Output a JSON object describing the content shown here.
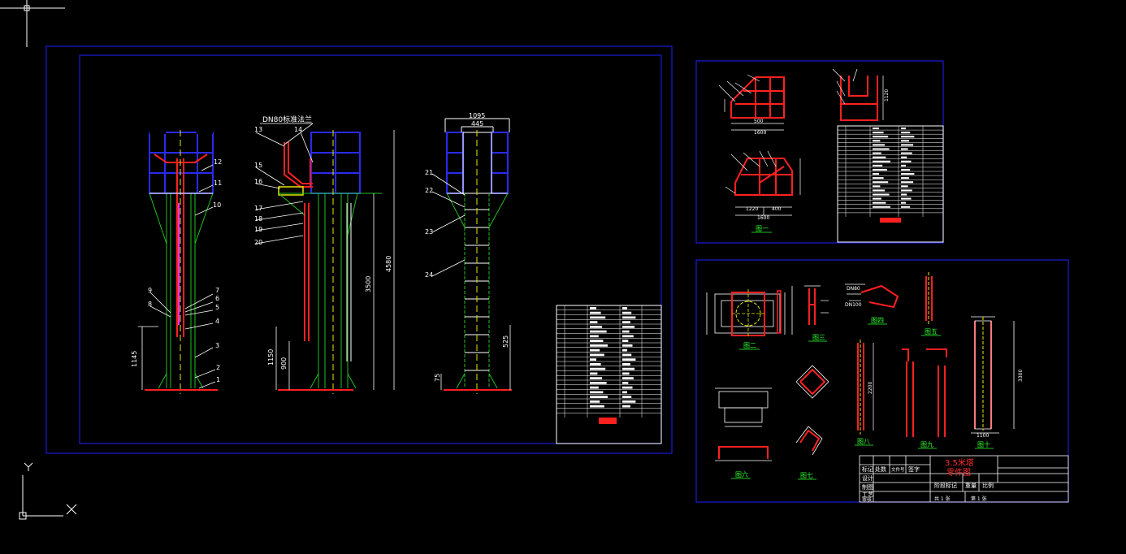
{
  "assembly": {
    "flange_note": "DN80标准法兰",
    "front_callouts": [
      "12",
      "11",
      "10",
      "9",
      "8",
      "7",
      "6",
      "5",
      "4",
      "3",
      "2",
      "1"
    ],
    "side_callouts": [
      "13",
      "14",
      "15",
      "16",
      "17",
      "18",
      "19",
      "20"
    ],
    "ladder_callouts": [
      "21",
      "22",
      "23",
      "24"
    ],
    "dims": {
      "front_1145": "1145",
      "side_1150": "1150",
      "side_900": "900",
      "side_3500": "3500",
      "side_4580": "4580",
      "top_1095": "1095",
      "top_445": "445",
      "ladder_525": "525",
      "ladder_75": "75"
    }
  },
  "parts_sheet_1": {
    "dims": {
      "d_500": "500",
      "d_1600": "1600",
      "d_1220": "1220",
      "d_400": "400",
      "d_1120": "1120"
    },
    "fig_label": "图一"
  },
  "parts_sheet_2": {
    "fig_labels": [
      "图二",
      "图三",
      "图四",
      "图五",
      "图六",
      "图七",
      "图八",
      "图九",
      "图十"
    ],
    "dims": {
      "dn80": "DN80",
      "dn100": "DN100",
      "d_1100": "1100",
      "d_3300": "3300",
      "d_2200": "2200"
    }
  },
  "title_block": {
    "title_line1": "3.5米塔",
    "title_line2": "零件图",
    "row1": [
      "标记",
      "处数",
      "文件号",
      "签字"
    ],
    "row2": [
      "设计"
    ],
    "row3": [
      "制图",
      "阶段标记",
      "重量",
      "比例"
    ],
    "row4": [
      "工艺"
    ],
    "row5": [
      "审核",
      "共 1 张",
      "第 1 张"
    ]
  },
  "colors": {
    "frame": "#1a1ad8",
    "red": "#ff2020",
    "green": "#20c020",
    "yellow": "#e6e600",
    "white": "#ffffff",
    "magenta": "#ff30ff",
    "cyan": "#30ffff"
  }
}
